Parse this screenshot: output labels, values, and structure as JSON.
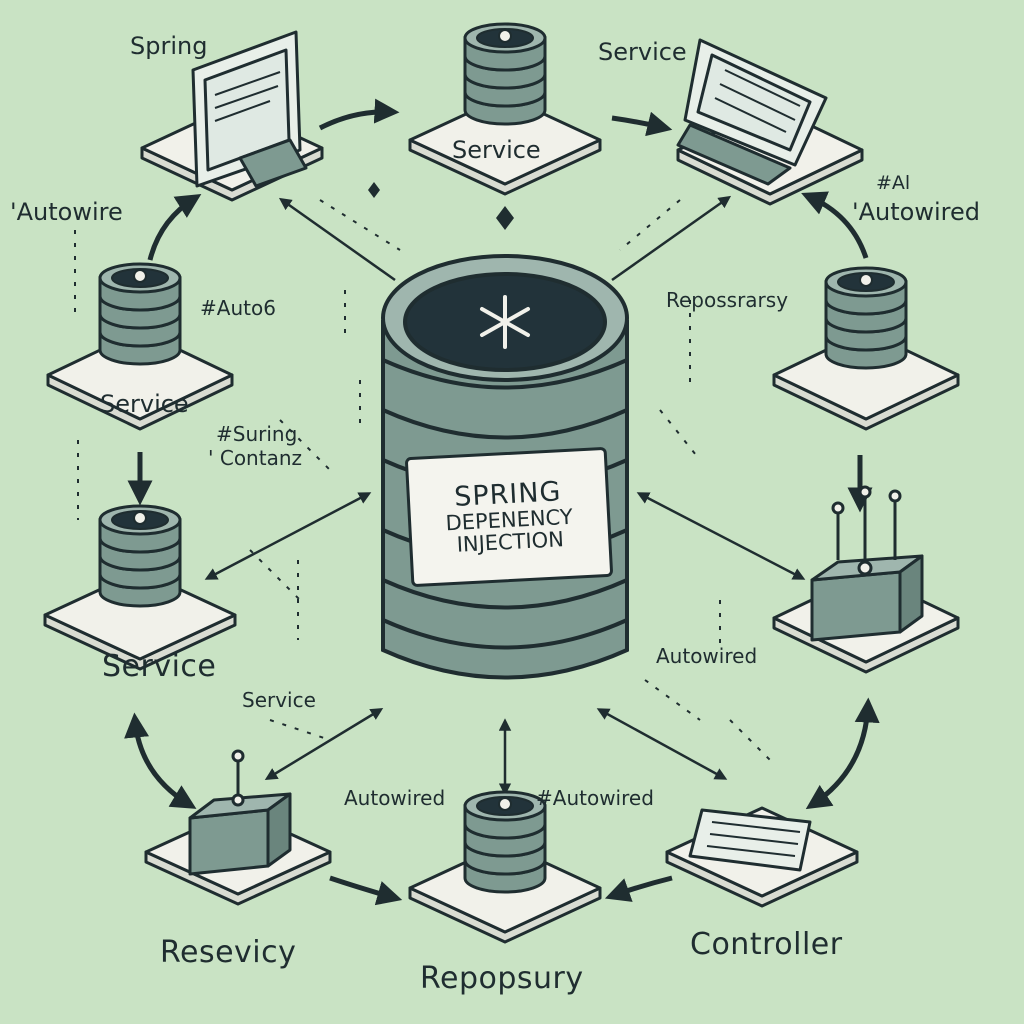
{
  "diagram": {
    "center": {
      "label_lines": [
        "SPRING",
        "DEPENENCY",
        "INJECTION"
      ],
      "icon": "asterisk-icon"
    },
    "labels": {
      "spring": "Spring",
      "service_top_caption": "Service",
      "service_top_card": "Service",
      "autowire_left": "'Autowire",
      "autowired_right_prefix": "#Al",
      "autowired_right": "'Autowired",
      "repository_right": "Repossrarsy",
      "auto_left": "#Auto6",
      "spring_container_1": "#Suring",
      "spring_container_2": "' Contanz",
      "service_left_card": "Service",
      "service_middle_card": "Service",
      "autowired_mid_right": "Autowired",
      "service_mid_left": "Service",
      "autowired_bottom_left": "Autowired",
      "autowired_bottom_right": "#Autowired",
      "resevicy": "Resevicy",
      "controller": "Controller",
      "repository_bottom": "Repopsury"
    },
    "colors": {
      "background": "#c9e3c4",
      "ink": "#1f2d30",
      "platform": "#f1f1ea",
      "component_fill": "#7e9a91",
      "center_top": "#22333a"
    }
  }
}
